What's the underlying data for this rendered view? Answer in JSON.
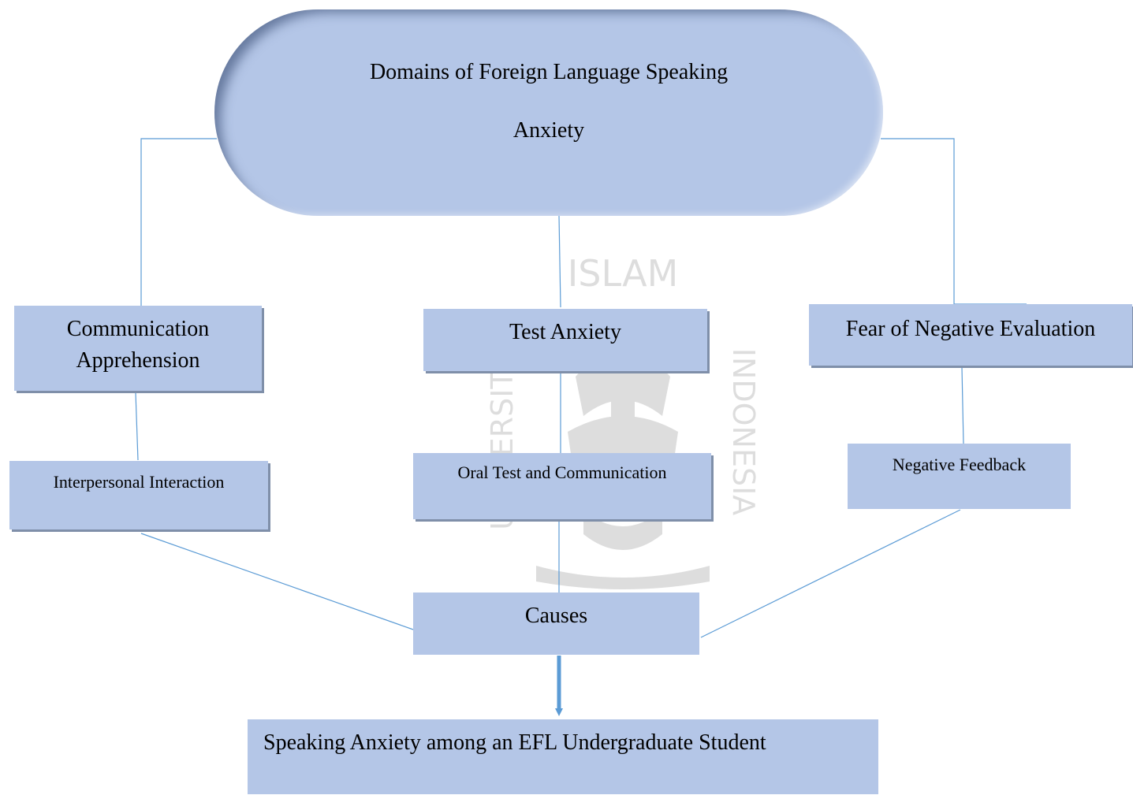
{
  "root": {
    "line1": "Domains of Foreign Language Speaking",
    "line2": "Anxiety"
  },
  "domains": [
    {
      "line1": "Communication",
      "line2": "Apprehension",
      "sub": "Interpersonal Interaction"
    },
    {
      "line1": "Test Anxiety",
      "sub": "Oral Test and Communication"
    },
    {
      "line1": "Fear of Negative Evaluation",
      "sub": "Negative Feedback"
    }
  ],
  "causes": "Causes",
  "outcome": "Speaking Anxiety among an EFL Undergraduate Student",
  "colors": {
    "box_fill": "#b4c6e7",
    "connector": "#5b9bd5",
    "arrow": "#5b9bd5"
  },
  "watermark": {
    "top_text": "ISLAM",
    "left_text": "UNIVERSITAS",
    "right_text": "INDONESIA"
  }
}
